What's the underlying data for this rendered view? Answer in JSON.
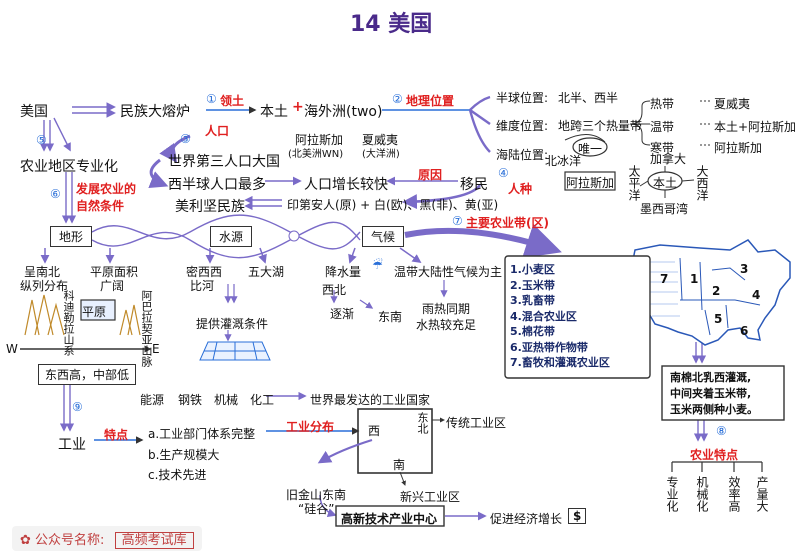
{
  "title": "14 美国",
  "main": {
    "usa": "美国",
    "melting_pot": "民族大熔炉",
    "territory_label": "领土",
    "territory": "本土",
    "plus": "+",
    "overseas": "海外洲(two)",
    "population_label": "人口",
    "alaska": "阿拉斯加",
    "alaska_note": "(北美洲WN)",
    "hawaii": "夏威夷",
    "hawaii_note": "(大洋洲)",
    "third_pop": "世界第三人口大国",
    "west_most": "西半球人口最多",
    "pop_growth": "人口增长较快",
    "reason_label": "原因",
    "immigrants": "移民",
    "race_label": "人种",
    "diverse": "美利坚民族",
    "ethnic": "印第安人(原) + 白(欧)、黑(非)、黄(亚)",
    "agri_spec": "农业地区专业化",
    "natural_cond": "发展农业的自然条件"
  },
  "num": {
    "n1": "①",
    "n2": "②",
    "n3": "③",
    "n4": "④",
    "n5": "⑤",
    "n6": "⑥",
    "n7": "⑦",
    "n8": "⑧",
    "n9": "⑨"
  },
  "geo": {
    "label": "地理位置",
    "hemi_label": "半球位置:",
    "hemi": "北半、西半",
    "lat_label": "维度位置:",
    "lat": "地跨三个热量带",
    "sea_label": "海陆位置:",
    "only": "唯一",
    "zones": [
      {
        "name": "热带",
        "place": "夏威夷"
      },
      {
        "name": "温带",
        "place": "本土+阿拉斯加"
      },
      {
        "name": "寒带",
        "place": "阿拉斯加"
      }
    ],
    "arctic": "北冰洋",
    "alaska_box": "阿拉斯加",
    "canada": "加拿大",
    "pacific": "太平洋",
    "atlantic": "大西洋",
    "mexico_gulf": "墨西哥湾",
    "mainland": "本土"
  },
  "conditions": {
    "terrain": "地形",
    "water": "水源",
    "climate": "气候",
    "terrain_n1": "呈南北",
    "terrain_n2": "纵列分布",
    "plain1": "平原面积",
    "plain2": "广阔",
    "rocky": "科迪勒拉山系",
    "plain": "平原",
    "appal": "阿巴拉契亚山脉",
    "w": "W",
    "e": "E",
    "high_low": "东西高，中部低",
    "miss1": "密西西",
    "miss2": "比河",
    "lakes": "五大湖",
    "irrig": "提供灌溉条件",
    "precip": "降水量",
    "precip_w": "西北",
    "precip_d": "逐渐",
    "precip_e": "东南",
    "conti": "温带大陆性气候为主",
    "rain1": "雨热同期",
    "rain2": "水热较充足",
    "belts_label": "主要农业带(区)",
    "belts": [
      "1.小麦区",
      "2.玉米带",
      "3.乳畜带",
      "4.混合农业区",
      "5.棉花带",
      "6.亚热带作物带",
      "7.畜牧和灌溉农业区"
    ]
  },
  "industry": {
    "label": "工业",
    "feature_label": "特点",
    "res": [
      "能源",
      "钢铁",
      "机械",
      "化工"
    ],
    "most_dev": "世界最发达的工业国家",
    "fa": "a.工业部门体系完整",
    "fb": "b.生产规模大",
    "fc": "c.技术先进",
    "dist_label": "工业分布",
    "traditional": "传统工业区",
    "west": "西",
    "ne": "东北",
    "south": "南",
    "sf1": "旧金山东南",
    "sf2": "“硅谷”",
    "new_area": "新兴工业区",
    "hitech": "高新技术产业中心",
    "growth": "促进经济增长"
  },
  "right": {
    "crops1": "南棉北乳西灌溉,",
    "crops2": "中间夹着玉米带,",
    "crops3": "玉米两侧种小麦。",
    "agri_feat": "农业特点",
    "feats": [
      "专业化",
      "机械化",
      "效率高",
      "产量大"
    ],
    "map_nums": [
      "7",
      "1",
      "3",
      "2",
      "4",
      "5",
      "6"
    ]
  },
  "footer": {
    "wechat": "公众号名称:",
    "name": "高频考试库"
  },
  "colors": {
    "title": "#4a2a8a",
    "red": "#e02020",
    "blue": "#2a6fd8",
    "purple": "#7a6bc8",
    "map": "#3a6fd0"
  }
}
